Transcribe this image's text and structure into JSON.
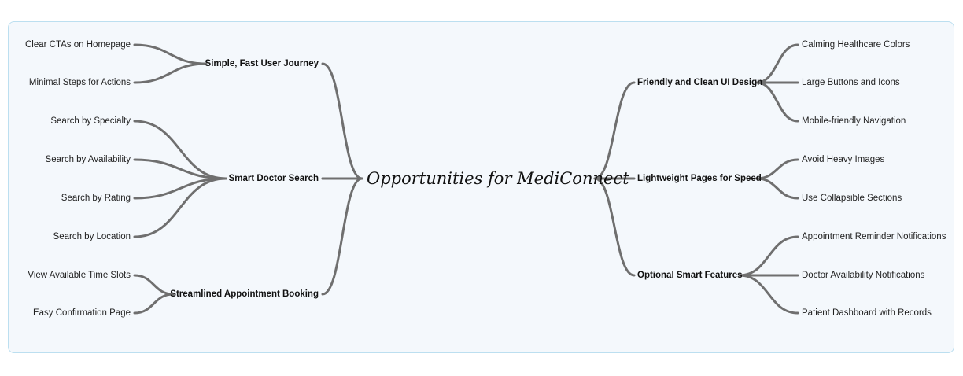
{
  "center": "Opportunities for MediConnect",
  "left": [
    {
      "label": "Simple, Fast User Journey",
      "children": [
        "Clear CTAs on Homepage",
        "Minimal Steps for Actions"
      ]
    },
    {
      "label": "Smart Doctor Search",
      "children": [
        "Search by Specialty",
        "Search by Availability",
        "Search by Rating",
        "Search by Location"
      ]
    },
    {
      "label": "Streamlined Appointment Booking",
      "children": [
        "View Available Time Slots",
        "Easy Confirmation Page"
      ]
    }
  ],
  "right": [
    {
      "label": "Friendly and Clean UI Design",
      "children": [
        "Calming Healthcare Colors",
        "Large Buttons and Icons",
        "Mobile-friendly Navigation"
      ]
    },
    {
      "label": "Lightweight Pages for Speed",
      "children": [
        "Avoid Heavy Images",
        "Use Collapsible Sections"
      ]
    },
    {
      "label": "Optional Smart Features",
      "children": [
        "Appointment Reminder Notifications",
        "Doctor Availability Notifications",
        "Patient Dashboard with Records"
      ]
    }
  ],
  "colors": {
    "line": "#6f6f6f",
    "canvas": "#f4f8fc",
    "border": "#bcdff0"
  }
}
